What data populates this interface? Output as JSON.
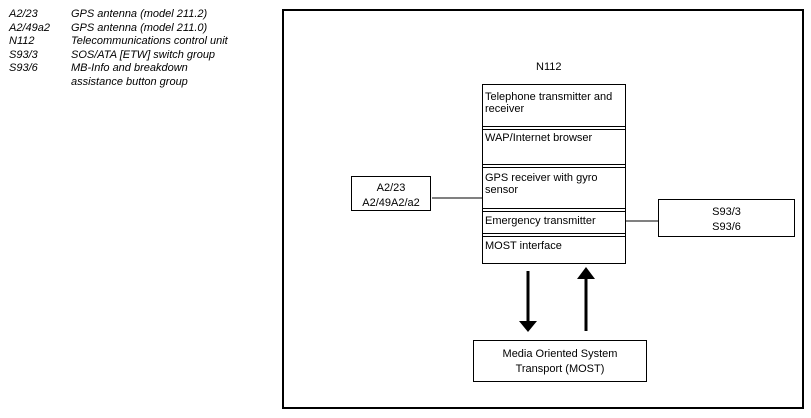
{
  "legend": [
    {
      "code": "A2/23",
      "desc": "GPS antenna (model 211.2)"
    },
    {
      "code": "A2/49a2",
      "desc": "GPS antenna (model 211.0)"
    },
    {
      "code": "N112",
      "desc": "Telecommunications control unit"
    },
    {
      "code": "S93/3",
      "desc": "SOS/ATA [ETW] switch group"
    },
    {
      "code": "S93/6",
      "desc": "MB-Info and breakdown assistance button group"
    }
  ],
  "n112": {
    "title": "N112",
    "sections": [
      "Telephone transmitter and receiver",
      "WAP/Internet browser",
      "GPS receiver with gyro sensor",
      "Emergency transmitter",
      "MOST interface"
    ]
  },
  "antenna_box": {
    "line1": "A2/23",
    "line2": "A2/49A2/a2"
  },
  "switch_box": {
    "line1": "S93/3",
    "line2": "S93/6"
  },
  "most_box": {
    "line1": "Media Oriented System",
    "line2": "Transport (MOST)"
  }
}
